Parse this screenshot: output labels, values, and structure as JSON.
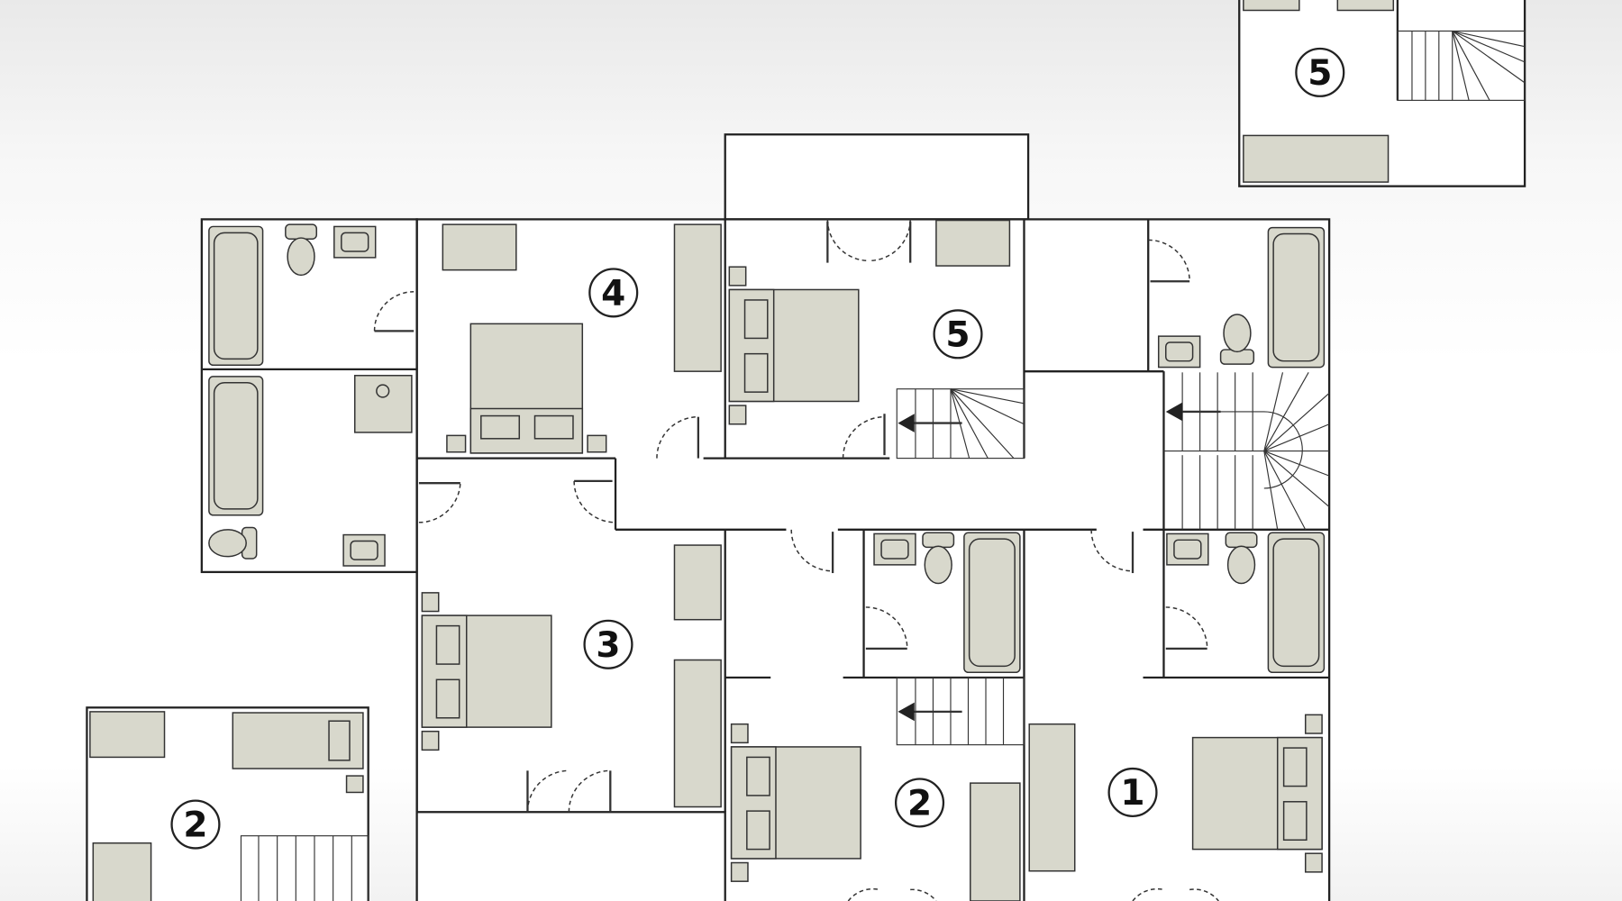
{
  "title": "Floor plan",
  "colors": {
    "furniture": "#d8d8cc",
    "wall": "#222222",
    "background": "#ffffff"
  },
  "rooms": [
    {
      "id": "room-4",
      "label": "4"
    },
    {
      "id": "room-5",
      "label": "5"
    },
    {
      "id": "room-3",
      "label": "3"
    },
    {
      "id": "room-2",
      "label": "2"
    },
    {
      "id": "room-1",
      "label": "1"
    },
    {
      "id": "inset-room-5",
      "label": "5"
    },
    {
      "id": "inset-room-2",
      "label": "2"
    }
  ]
}
